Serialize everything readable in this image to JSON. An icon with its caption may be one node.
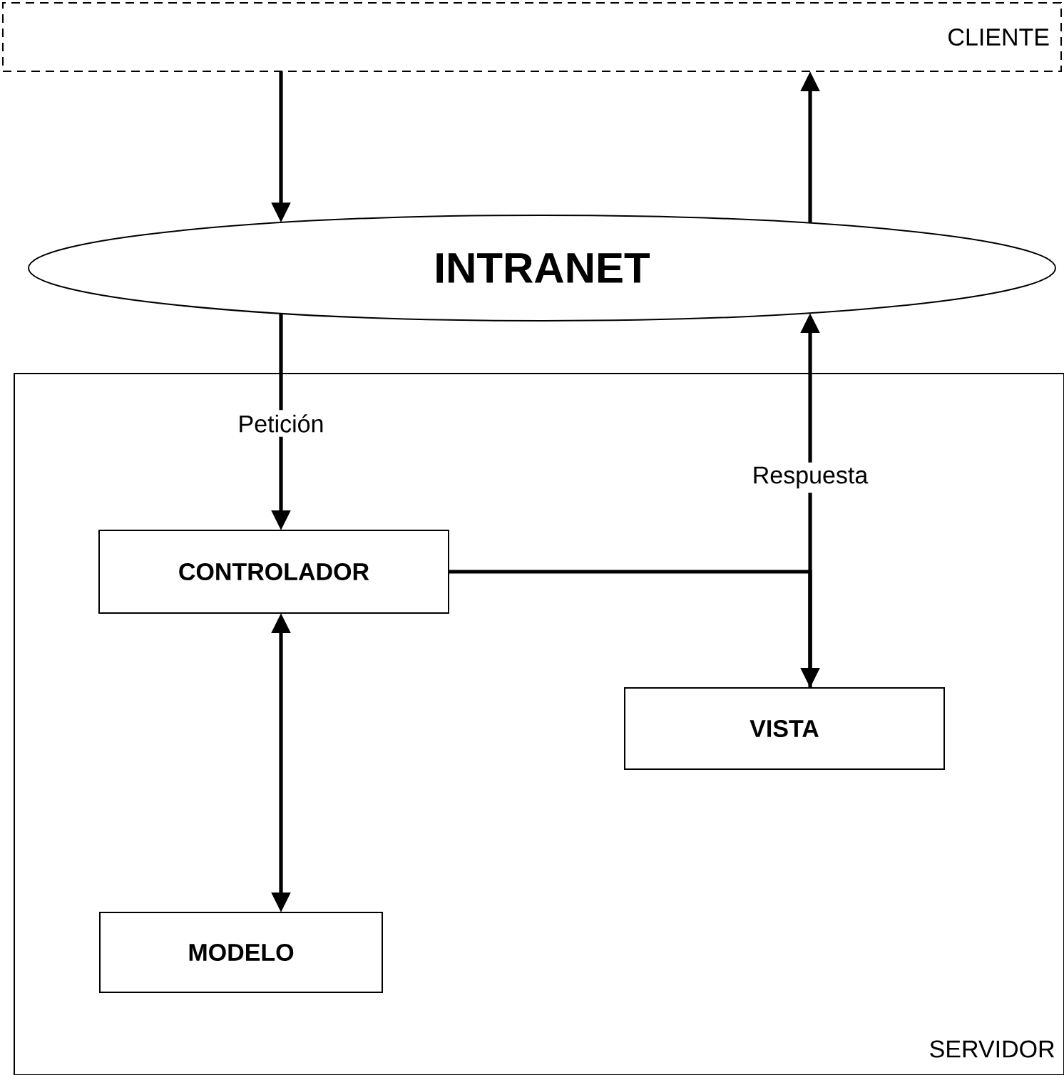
{
  "diagram": {
    "nodes": [
      {
        "text": [
          "CLIENTE"
        ]
      },
      {
        "text": [
          "INTRANET"
        ]
      },
      {
        "text": [
          "SERVIDOR"
        ]
      },
      {
        "text": [
          "CONTROLADOR"
        ],
        "in": 2
      },
      {
        "text": [
          "VISTA"
        ],
        "in": 2
      },
      {
        "text": [
          "MODELO"
        ],
        "in": 2
      }
    ],
    "edges": [
      {
        "from": 0,
        "to": 1,
        "arrow": "to"
      },
      {
        "from": 1,
        "to": 0,
        "arrow": "to"
      },
      {
        "from": 1,
        "to": 3,
        "arrow": "to",
        "label": "Petición"
      },
      {
        "from": 3,
        "to": 4,
        "arrow": "to"
      },
      {
        "from": 4,
        "to": 1,
        "arrow": "to",
        "label": "Respuesta"
      },
      {
        "from": 3,
        "to": 5,
        "arrow": "both"
      }
    ]
  }
}
